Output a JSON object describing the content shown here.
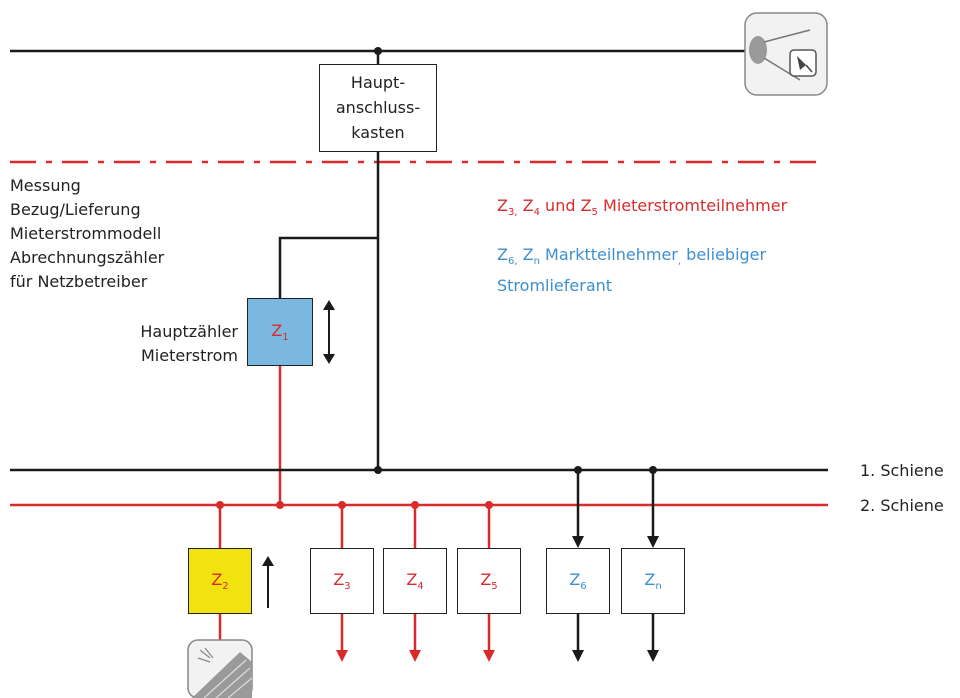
{
  "hak": {
    "line1": "Haupt-",
    "line2": "anschluss-",
    "line3": "kasten"
  },
  "left_text": [
    "Messung",
    "Bezug/Lieferung",
    "Mieterstrommodell",
    "Abrechnungszähler",
    "für Netzbetreiber"
  ],
  "main_meter_label": [
    "Hauptzähler",
    "Mieterstrom"
  ],
  "legend_red": {
    "z3": "Z",
    "z3_sub": "3,",
    "z4": "Z",
    "z4_sub": "4",
    "und": "und",
    "z5": "Z",
    "z5_sub": "5",
    "text": "Mieterstromteilnehmer"
  },
  "legend_blue": {
    "z6": "Z",
    "z6_sub": "6,",
    "zn": "Z",
    "zn_sub": "n",
    "text1": "Marktteilnehmer",
    "comma": ",",
    "text2": "beliebiger",
    "line2": "Stromlieferant"
  },
  "rails": {
    "rail1": "1. Schiene",
    "rail2": "2. Schiene"
  },
  "meters": {
    "z1": {
      "letter": "Z",
      "sub": "1"
    },
    "z2": {
      "letter": "Z",
      "sub": "2"
    },
    "z3": {
      "letter": "Z",
      "sub": "3"
    },
    "z4": {
      "letter": "Z",
      "sub": "4"
    },
    "z5": {
      "letter": "Z",
      "sub": "5"
    },
    "z6": {
      "letter": "Z",
      "sub": "6"
    },
    "zn": {
      "letter": "Z",
      "sub": "n"
    }
  },
  "icons": {
    "grid": "grid-connection-icon",
    "pv": "solar-panel-icon"
  },
  "colors": {
    "red": "#d92b2b",
    "blue_meter": "#7ab8e0",
    "yellow_meter": "#f2e210",
    "blue_text": "#3e8fd0",
    "black": "#1a1a1a"
  }
}
